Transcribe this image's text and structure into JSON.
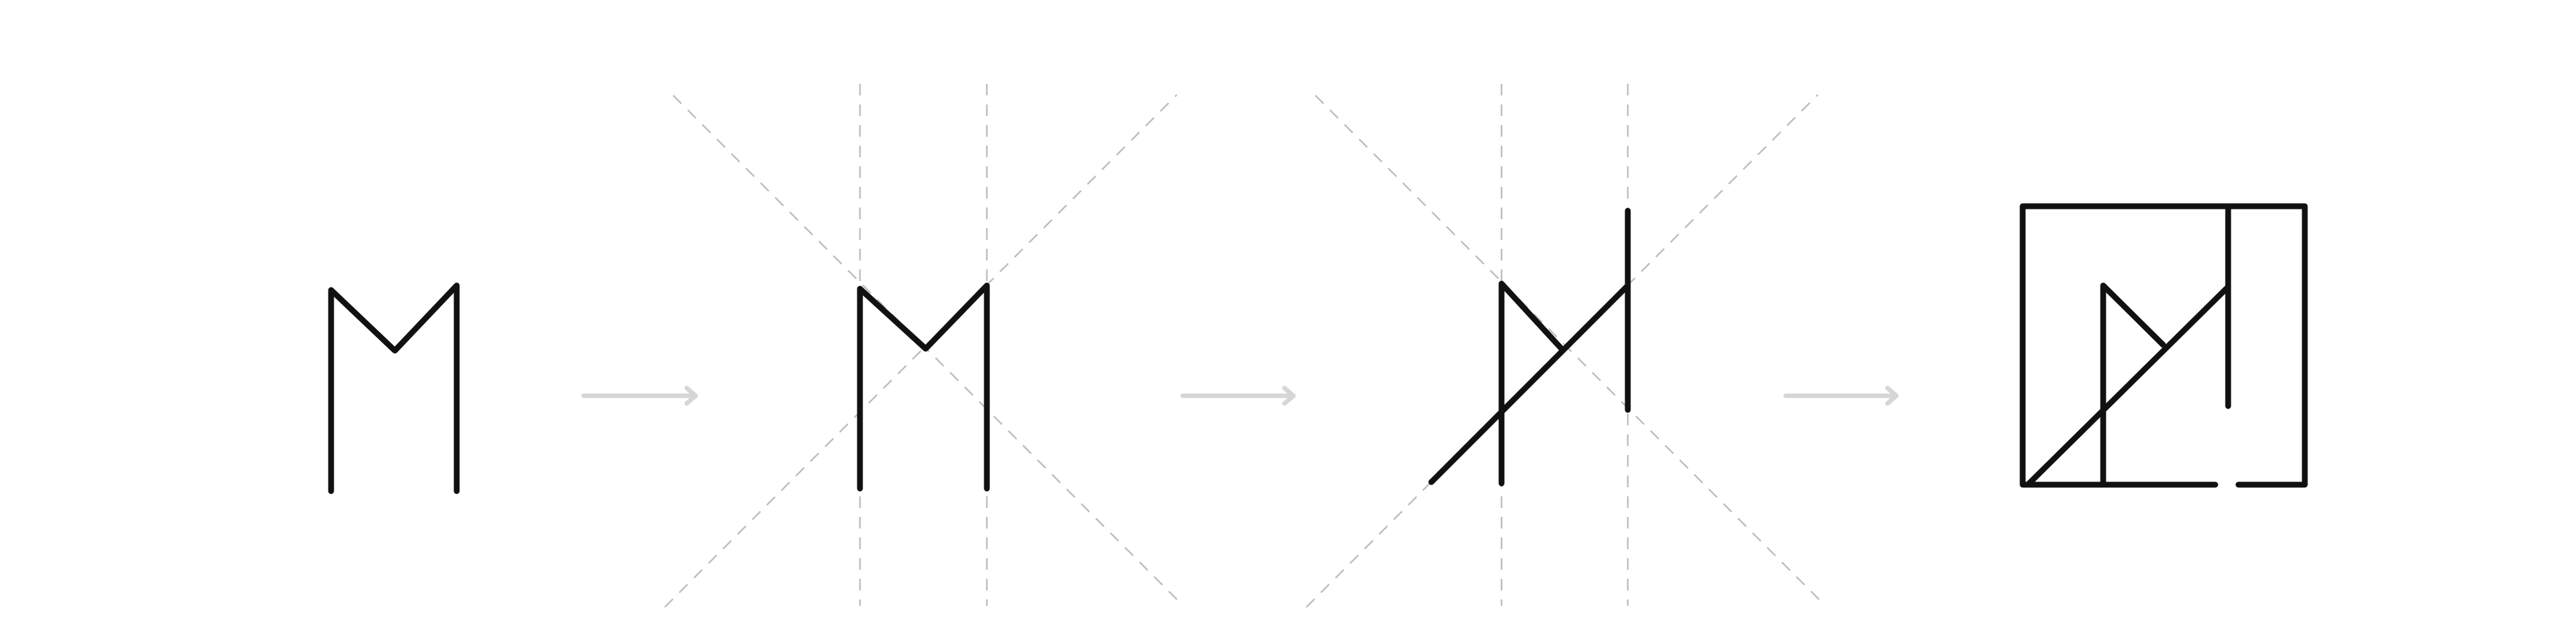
{
  "diagram": {
    "steps": [
      {
        "id": "letter-m",
        "guides": false
      },
      {
        "id": "letter-m-with-guides",
        "guides": true
      },
      {
        "id": "reshaped-monogram-with-guides",
        "guides": true
      },
      {
        "id": "final-boxed-logo",
        "guides": false
      }
    ],
    "connectors": 3,
    "colors": {
      "stroke": "#111111",
      "guide": "#bdbdbd",
      "arrow": "#d6d6d6",
      "background": "#ffffff"
    }
  }
}
